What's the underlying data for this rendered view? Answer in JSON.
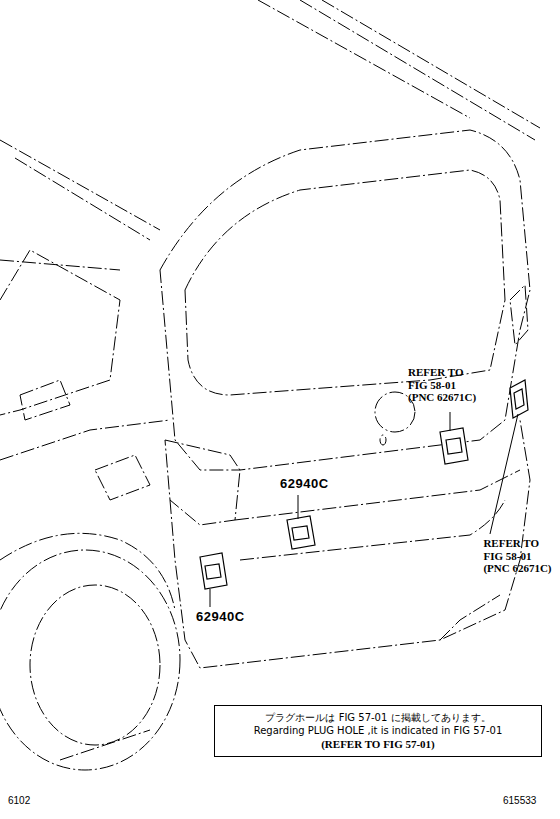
{
  "diagram": {
    "nodes": [
      {
        "text": [
          "プラグホールは FIG 57-01 に掲載してあります。",
          "Regarding PLUG HOLE ,it is indicated in FIG 57-01",
          "(REFER TO FIG 57-01)"
        ]
      }
    ],
    "labels": [
      "REFER TO FIG 58-01 (PNC 62671C)",
      "62940C",
      "REFER TO FIG 58-01 (PNC 62671C)",
      "62940C",
      "6102",
      "615533"
    ]
  }
}
